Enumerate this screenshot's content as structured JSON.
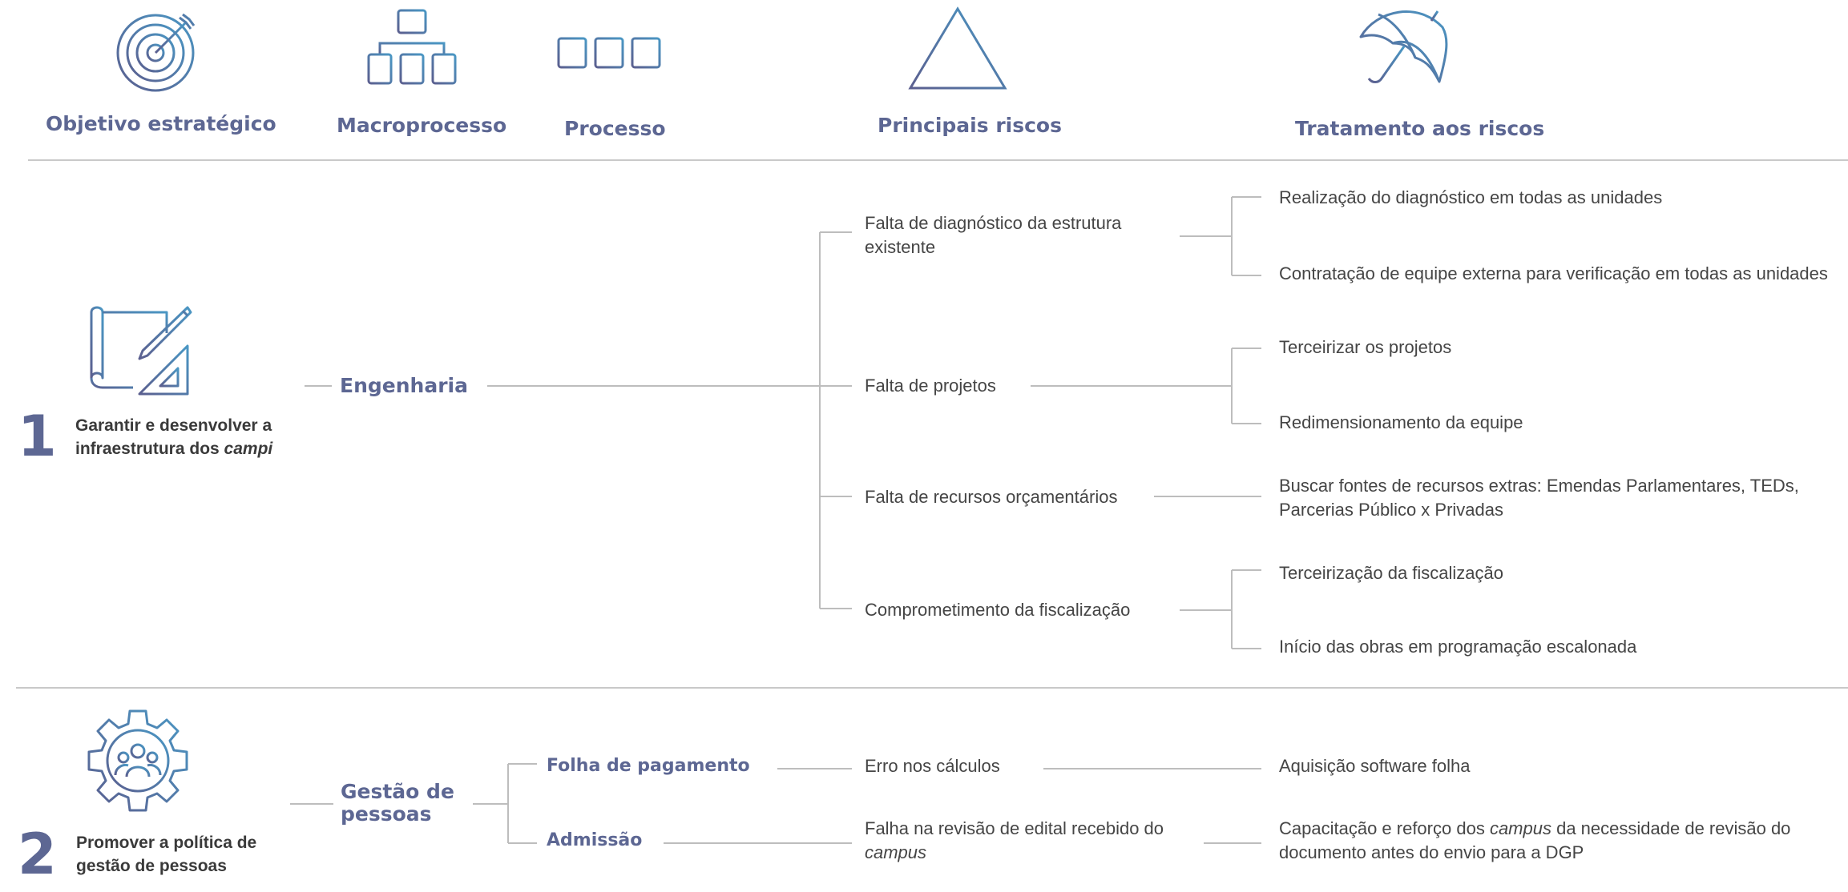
{
  "headers": {
    "objective": "Objetivo estratégico",
    "macroprocess": "Macroprocesso",
    "process": "Processo",
    "risks": "Principais riscos",
    "treatment": "Tratamento aos riscos"
  },
  "colors": {
    "accent": "#5d6793",
    "icon_gradient_start": "#5b5f8f",
    "icon_gradient_end": "#4a97c4",
    "lines": "#bdbdbd"
  },
  "objectives": [
    {
      "number": "1",
      "icon": "blueprint-pencil-triangle-icon",
      "title_line1": "Garantir e desenvolver a",
      "title_line2_prefix": "infraestrutura dos ",
      "title_line2_italic": "campi",
      "macroprocess": "Engenharia",
      "risks": [
        {
          "text": "Falta de diagnóstico da estrutura existente",
          "treatments": [
            "Realização do diagnóstico em todas as unidades",
            "Contratação de equipe externa para verificação em todas as unidades"
          ]
        },
        {
          "text": "Falta de projetos",
          "treatments": [
            "Terceirizar os projetos",
            "Redimensionamento da equipe"
          ]
        },
        {
          "text": "Falta de recursos orçamentários",
          "treatments": [
            "Buscar fontes de recursos extras: Emendas Parlamentares, TEDs, Parcerias Público x Privadas"
          ]
        },
        {
          "text": "Comprometimento da fiscalização",
          "treatments": [
            "Terceirização da fiscalização",
            "Início das obras em programação escalonada"
          ]
        }
      ]
    },
    {
      "number": "2",
      "icon": "gear-people-icon",
      "title_line1": "Promover a política de",
      "title_line2": "gestão de pessoas",
      "macroprocess_line1": "Gestão de",
      "macroprocess_line2": "pessoas",
      "processes": [
        {
          "name": "Folha de pagamento",
          "risk": "Erro nos cálculos",
          "treatment": "Aquisição software folha"
        },
        {
          "name": "Admissão",
          "risk_prefix": "Falha na revisão de edital recebido do",
          "risk_italic": "campus",
          "treatment_prefix": "Capacitação e reforço dos ",
          "treatment_italic": "campus",
          "treatment_suffix": " da necessidade de revisão do documento antes do envio para a DGP"
        }
      ]
    }
  ]
}
